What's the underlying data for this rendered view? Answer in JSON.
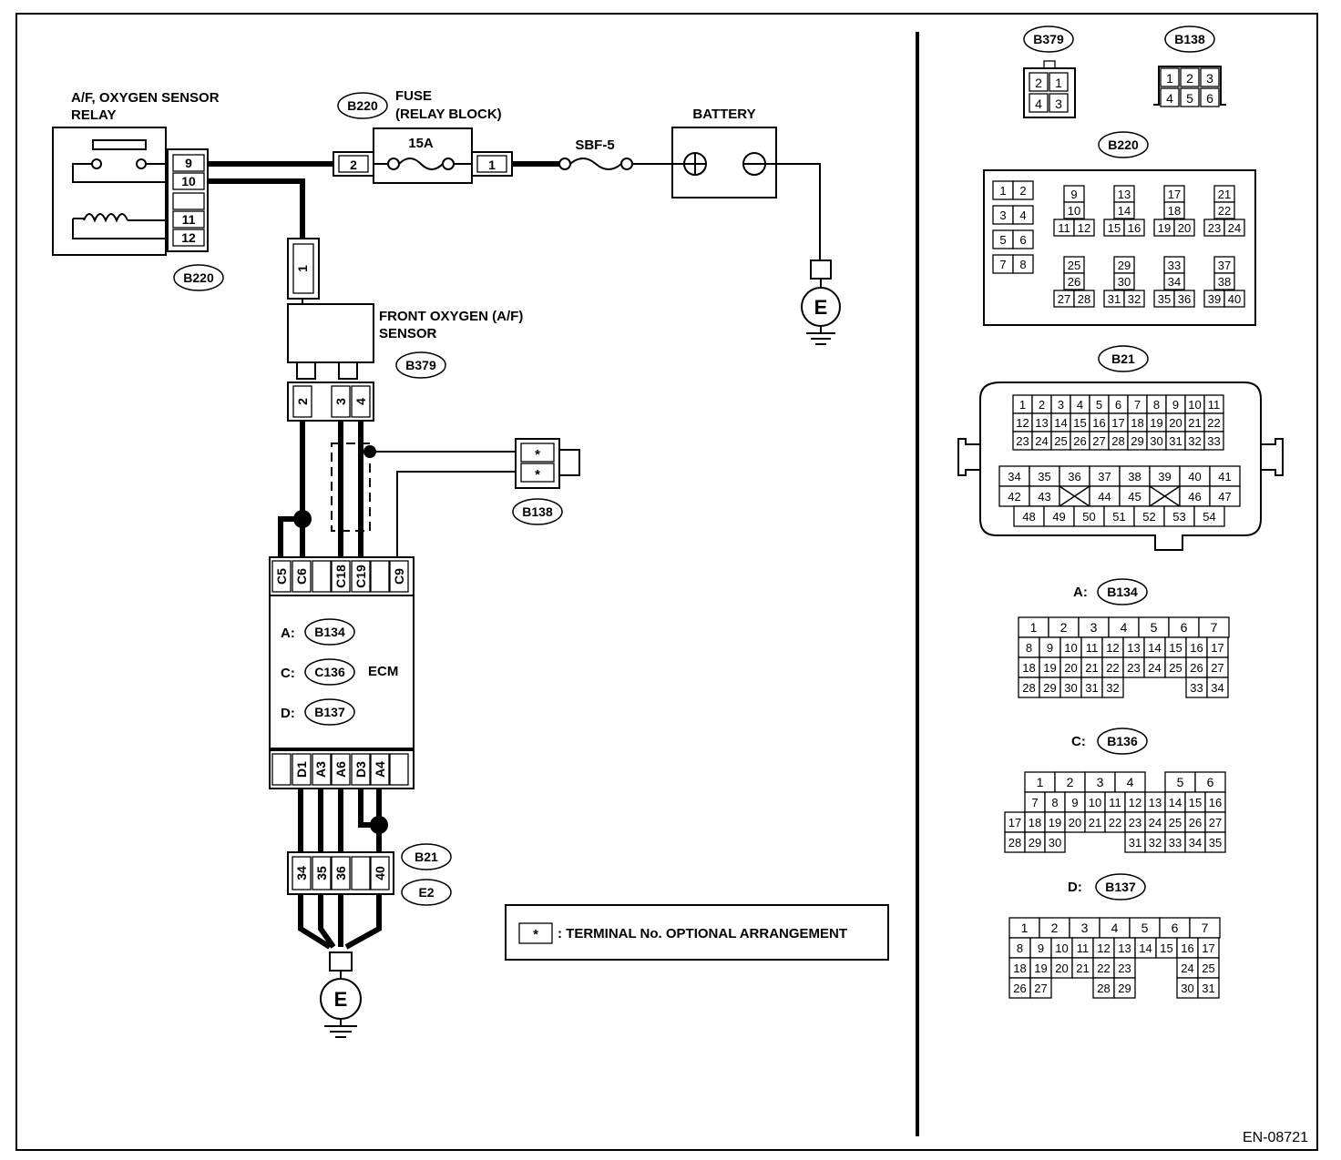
{
  "relay": {
    "label1": "A/F, OXYGEN SENSOR",
    "label2": "RELAY",
    "pins": [
      "9",
      "10",
      "11",
      "12"
    ],
    "connector": "B220"
  },
  "fuse": {
    "label1": "FUSE",
    "label2": "(RELAY BLOCK)",
    "rating": "15A",
    "connector": "B220",
    "pin_in": "2",
    "pin_out": "1"
  },
  "sbf": {
    "label": "SBF-5"
  },
  "battery": {
    "label": "BATTERY"
  },
  "ground": {
    "label": "E"
  },
  "o2_sensor": {
    "label1": "FRONT OXYGEN (A/F)",
    "label2": "SENSOR",
    "connector": "B379",
    "top_pin": "1",
    "pins": [
      "2",
      "3",
      "4"
    ]
  },
  "b138": {
    "connector": "B138",
    "pins": [
      "*",
      "*"
    ]
  },
  "ecm": {
    "label": "ECM",
    "top_pins": [
      "C5",
      "C6",
      "C18",
      "C19",
      "C9"
    ],
    "bottom_pins": [
      "D1",
      "A3",
      "A6",
      "D3",
      "A4"
    ],
    "connectors": [
      {
        "prefix": "A:",
        "code": "B134"
      },
      {
        "prefix": "C:",
        "code": "C136"
      },
      {
        "prefix": "D:",
        "code": "B137"
      }
    ]
  },
  "b21_joint": {
    "connectors": [
      "B21",
      "E2"
    ],
    "pins": [
      "34",
      "35",
      "36",
      "40"
    ]
  },
  "legend": {
    "symbol": "*",
    "text": ": TERMINAL No. OPTIONAL ARRANGEMENT"
  },
  "views": {
    "b379": {
      "code": "B379",
      "rows": [
        [
          "2",
          "1"
        ],
        [
          "4",
          "3"
        ]
      ]
    },
    "b138": {
      "code": "B138",
      "rows": [
        [
          "1",
          "2",
          "3"
        ],
        [
          "4",
          "5",
          "6"
        ]
      ]
    },
    "b220": {
      "code": "B220",
      "pins": [
        "1",
        "2",
        "3",
        "4",
        "5",
        "6",
        "7",
        "8",
        "9",
        "10",
        "11",
        "12",
        "13",
        "14",
        "15",
        "16",
        "17",
        "18",
        "19",
        "20",
        "21",
        "22",
        "23",
        "24",
        "25",
        "26",
        "27",
        "28",
        "29",
        "30",
        "31",
        "32",
        "33",
        "34",
        "35",
        "36",
        "37",
        "38",
        "39",
        "40"
      ]
    },
    "b21": {
      "code": "B21",
      "rows": [
        [
          "1",
          "2",
          "3",
          "4",
          "5",
          "6",
          "7",
          "8",
          "9",
          "10",
          "11"
        ],
        [
          "12",
          "13",
          "14",
          "15",
          "16",
          "17",
          "18",
          "19",
          "20",
          "21",
          "22"
        ],
        [
          "23",
          "24",
          "25",
          "26",
          "27",
          "28",
          "29",
          "30",
          "31",
          "32",
          "33"
        ],
        [
          "34",
          "35",
          "36",
          "37",
          "38",
          "39",
          "40",
          "41"
        ],
        [
          "42",
          "43",
          "",
          "44",
          "45",
          "",
          "46",
          "47"
        ],
        [
          "48",
          "49",
          "50",
          "51",
          "52",
          "53",
          "54"
        ]
      ]
    },
    "a": {
      "prefix": "A:",
      "code": "B134",
      "rows": [
        [
          "1",
          "2",
          "3",
          "4",
          "5",
          "6",
          "7"
        ],
        [
          "8",
          "9",
          "10",
          "11",
          "12",
          "13",
          "14",
          "15",
          "16",
          "17"
        ],
        [
          "18",
          "19",
          "20",
          "21",
          "22",
          "23",
          "24",
          "25",
          "26",
          "27"
        ],
        [
          "28",
          "29",
          "30",
          "31",
          "32",
          "33",
          "34"
        ]
      ]
    },
    "c": {
      "prefix": "C:",
      "code": "B136",
      "rows": [
        [
          "1",
          "2",
          "3",
          "4",
          "5",
          "6"
        ],
        [
          "7",
          "8",
          "9",
          "10",
          "11",
          "12",
          "13",
          "14",
          "15",
          "16"
        ],
        [
          "17",
          "18",
          "19",
          "20",
          "21",
          "22",
          "23",
          "24",
          "25",
          "26",
          "27"
        ],
        [
          "28",
          "29",
          "30",
          "31",
          "32",
          "33",
          "34",
          "35"
        ]
      ]
    },
    "d": {
      "prefix": "D:",
      "code": "B137",
      "rows": [
        [
          "1",
          "2",
          "3",
          "4",
          "5",
          "6",
          "7"
        ],
        [
          "8",
          "9",
          "10",
          "11",
          "12",
          "13",
          "14",
          "15",
          "16",
          "17"
        ],
        [
          "18",
          "19",
          "20",
          "21",
          "22",
          "23",
          "24",
          "25"
        ],
        [
          "26",
          "27",
          "28",
          "29",
          "30",
          "31"
        ]
      ]
    }
  },
  "figure_id": "EN-08721"
}
